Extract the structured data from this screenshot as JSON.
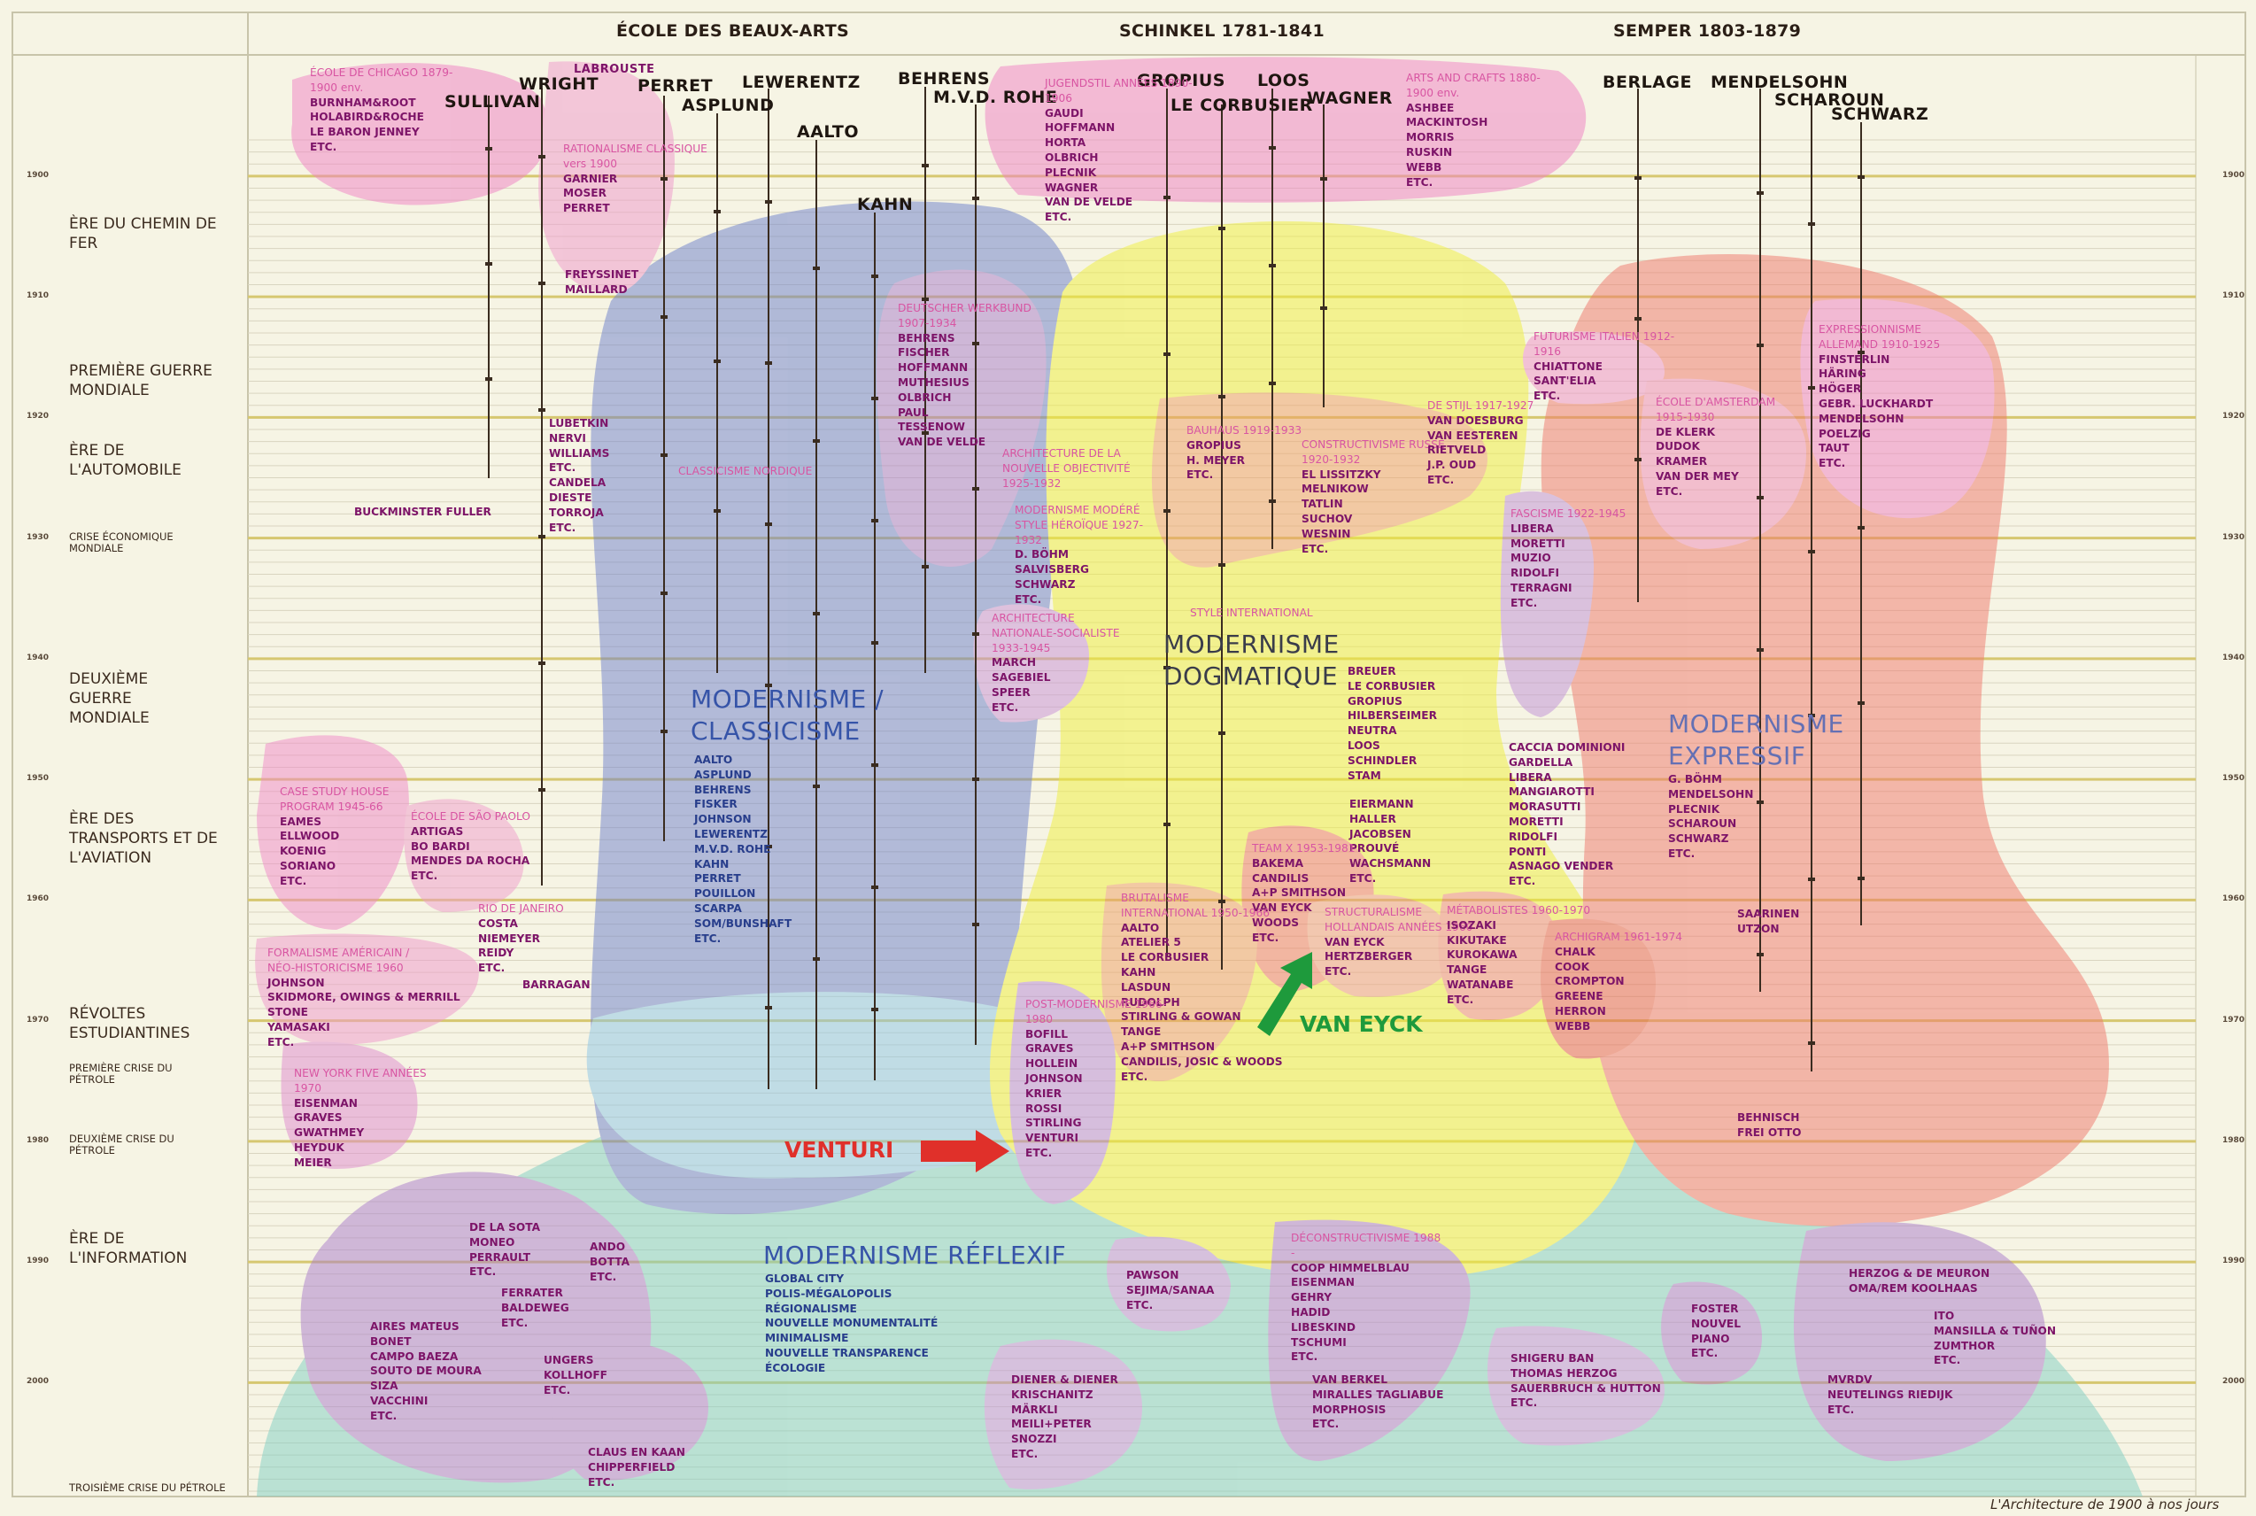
{
  "page": {
    "caption": "L'Architecture de 1900 à nos jours"
  },
  "header": {
    "school": "ÉCOLE DES BEAUX-ARTS",
    "schinkel": "SCHINKEL 1781-1841",
    "semper": "SEMPER 1803-1879"
  },
  "architects": [
    {
      "name": "LABROUSTE",
      "small": true
    },
    {
      "name": "WRIGHT"
    },
    {
      "name": "SULLIVAN"
    },
    {
      "name": "PERRET"
    },
    {
      "name": "ASPLUND"
    },
    {
      "name": "LEWERENTZ"
    },
    {
      "name": "AALTO"
    },
    {
      "name": "KAHN"
    },
    {
      "name": "BEHRENS"
    },
    {
      "name": "M.V.D. ROHE"
    },
    {
      "name": "GROPIUS"
    },
    {
      "name": "LE CORBUSIER"
    },
    {
      "name": "LOOS"
    },
    {
      "name": "WAGNER"
    },
    {
      "name": "BERLAGE"
    },
    {
      "name": "MENDELSOHN"
    },
    {
      "name": "SCHAROUN"
    },
    {
      "name": "SCHWARZ"
    }
  ],
  "eras": [
    {
      "label": "ÈRE DU CHEMIN DE FER"
    },
    {
      "label": "PREMIÈRE GUERRE MONDIALE"
    },
    {
      "label": "ÈRE DE L'AUTOMOBILE"
    },
    {
      "label": "CRISE ÉCONOMIQUE MONDIALE",
      "small": true
    },
    {
      "label": "DEUXIÈME GUERRE MONDIALE"
    },
    {
      "label": "ÈRE DES TRANSPORTS ET DE L'AVIATION"
    },
    {
      "label": "RÉVOLTES ESTUDIANTINES"
    },
    {
      "label": "PREMIÈRE CRISE DU PÉTROLE",
      "small": true
    },
    {
      "label": "DEUXIÈME CRISE DU PÉTROLE",
      "small": true
    },
    {
      "label": "ÈRE DE L'INFORMATION"
    },
    {
      "label": "TROISIÈME CRISE DU PÉTROLE",
      "small": true
    }
  ],
  "big_labels": [
    {
      "text": "MODERNISME / CLASSICISME"
    },
    {
      "text": "MODERNISME DOGMATIQUE"
    },
    {
      "text": "MODERNISME EXPRESSIF"
    },
    {
      "text": "MODERNISME RÉFLEXIF"
    }
  ],
  "highlights": [
    {
      "text": "VENTURI",
      "color": "#e0302a"
    },
    {
      "text": "VAN EYCK",
      "color": "#1e9a3c"
    }
  ],
  "year_ticks": [
    "1900",
    "1910",
    "1920",
    "1930",
    "1940",
    "1950",
    "1960",
    "1970",
    "1980",
    "1990",
    "2000"
  ],
  "colors": {
    "pink": "#f088c8",
    "purple": "#b890d8",
    "blue": "#7a88d0",
    "yellow": "#f0f050",
    "orange": "#f0a868",
    "red": "#f07a6a",
    "teal": "#8cd4cc",
    "lightblue": "#8ccce8",
    "line": "#3a2c20"
  },
  "groups": [
    {
      "heading": "ÉCOLE DE CHICAGO 1879-1900 env.",
      "names": [
        "BURNHAM&ROOT",
        "HOLABIRD&ROCHE",
        "LE BARON JENNEY",
        "ETC."
      ]
    },
    {
      "heading": "RATIONALISME CLASSIQUE vers 1900",
      "names": [
        "GARNIER",
        "MOSER",
        "PERRET"
      ]
    },
    {
      "heading": "",
      "names": [
        "FREYSSINET",
        "MAILLARD"
      ]
    },
    {
      "heading": "",
      "names": [
        "LUBETKIN",
        "NERVI",
        "WILLIAMS",
        "ETC.",
        "CANDELA",
        "DIESTE",
        "TORROJA",
        "ETC."
      ]
    },
    {
      "heading": "",
      "names": [
        "BUCKMINSTER FULLER"
      ]
    },
    {
      "heading": "CLASSICISME NORDIQUE",
      "names": []
    },
    {
      "heading": "JUGENDSTIL ANNÉES 1890-1906",
      "names": [
        "GAUDI",
        "HOFFMANN",
        "HORTA",
        "OLBRICH",
        "PLECNIK",
        "WAGNER",
        "VAN DE VELDE",
        "ETC."
      ]
    },
    {
      "heading": "ARTS AND CRAFTS 1880-1900 env.",
      "names": [
        "ASHBEE",
        "MACKINTOSH",
        "MORRIS",
        "RUSKIN",
        "WEBB",
        "ETC."
      ]
    },
    {
      "heading": "DEUTSCHER WERKBUND 1907-1934",
      "names": [
        "BEHRENS",
        "FISCHER",
        "HOFFMANN",
        "MUTHESIUS",
        "OLBRICH",
        "PAUL",
        "TESSENOW",
        "VAN DE VELDE"
      ]
    },
    {
      "heading": "ARCHITECTURE DE LA NOUVELLE OBJECTIVITÉ 1925-1932",
      "names": []
    },
    {
      "heading": "MODERNISME MODÉRÉ STYLE HÉROÏQUE 1927-1932",
      "names": [
        "D. BÖHM",
        "SALVISBERG",
        "SCHWARZ",
        "ETC."
      ]
    },
    {
      "heading": "ARCHITECTURE NATIONALE-SOCIALISTE 1933-1945",
      "names": [
        "MARCH",
        "SAGEBIEL",
        "SPEER",
        "ETC."
      ]
    },
    {
      "heading": "BAUHAUS 1919-1933",
      "names": [
        "GROPIUS",
        "H. MEYER",
        "ETC."
      ]
    },
    {
      "heading": "CONSTRUCTIVISME RUSSE 1920-1932",
      "names": [
        "EL LISSITZKY",
        "MELNIKOW",
        "TATLIN",
        "SUCHOV",
        "WESNIN",
        "ETC."
      ]
    },
    {
      "heading": "DE STIJL 1917-1927",
      "names": [
        "VAN DOESBURG",
        "VAN EESTEREN",
        "RIETVELD",
        "J.P. OUD",
        "ETC."
      ]
    },
    {
      "heading": "FUTURISME ITALIEN 1912-1916",
      "names": [
        "CHIATTONE",
        "SANT'ELIA",
        "ETC."
      ]
    },
    {
      "heading": "FASCISME 1922-1945",
      "names": [
        "LIBERA",
        "MORETTI",
        "MUZIO",
        "RIDOLFI",
        "TERRAGNI",
        "ETC."
      ]
    },
    {
      "heading": "ÉCOLE D'AMSTERDAM 1915-1930",
      "names": [
        "DE KLERK",
        "DUDOK",
        "KRAMER",
        "VAN DER MEY",
        "ETC."
      ]
    },
    {
      "heading": "EXPRESSIONNISME ALLEMAND 1910-1925",
      "names": [
        "FINSTERLIN",
        "HÄRING",
        "HÖGER",
        "GEBR. LUCKHARDT",
        "MENDELSOHN",
        "POELZIG",
        "TAUT",
        "ETC."
      ]
    },
    {
      "heading": "STYLE INTERNATIONAL",
      "names": []
    },
    {
      "heading": "",
      "names": [
        "BREUER",
        "LE CORBUSIER",
        "GROPIUS",
        "HILBERSEIMER",
        "NEUTRA",
        "LOOS",
        "SCHINDLER",
        "STAM"
      ]
    },
    {
      "heading": "",
      "names": [
        "EIERMANN",
        "HALLER",
        "JACOBSEN",
        "PROUVÉ",
        "WACHSMANN",
        "ETC."
      ]
    },
    {
      "heading": "",
      "names": [
        "CACCIA DOMINIONI",
        "GARDELLA",
        "LIBERA",
        "MANGIAROTTI",
        "MORASUTTI",
        "MORETTI",
        "RIDOLFI",
        "PONTI",
        "ASNAGO VENDER",
        "ETC."
      ]
    },
    {
      "heading": "",
      "names": [
        "G. BÖHM",
        "MENDELSOHN",
        "PLECNIK",
        "SCHAROUN",
        "SCHWARZ",
        "ETC."
      ]
    },
    {
      "heading": "",
      "names": [
        "AALTO",
        "ASPLUND",
        "BEHRENS",
        "FISKER",
        "JOHNSON",
        "LEWERENTZ",
        "M.V.D. ROHE",
        "KAHN",
        "PERRET",
        "POUILLON",
        "SCARPA",
        "SOM/BUNSHAFT",
        "ETC."
      ]
    },
    {
      "heading": "CASE STUDY HOUSE PROGRAM 1945-66",
      "names": [
        "EAMES",
        "ELLWOOD",
        "KOENIG",
        "SORIANO",
        "ETC."
      ]
    },
    {
      "heading": "ÉCOLE DE SÃO PAOLO",
      "names": [
        "ARTIGAS",
        "BO BARDI",
        "MENDES DA ROCHA",
        "ETC."
      ]
    },
    {
      "heading": "RIO DE JANEIRO",
      "names": [
        "COSTA",
        "NIEMEYER",
        "REIDY",
        "ETC."
      ]
    },
    {
      "heading": "FORMALISME AMÉRICAIN / NÉO-HISTORICISME 1960",
      "names": [
        "JOHNSON",
        "SKIDMORE, OWINGS & MERRILL",
        "STONE",
        "YAMASAKI",
        "ETC."
      ]
    },
    {
      "heading": "",
      "names": [
        "BARRAGAN"
      ]
    },
    {
      "heading": "TEAM X 1953-1981",
      "names": [
        "BAKEMA",
        "CANDILIS",
        "A+P SMITHSON",
        "VAN EYCK",
        "WOODS",
        "ETC."
      ]
    },
    {
      "heading": "BRUTALISME INTERNATIONAL 1950-1966",
      "names": [
        "AALTO",
        "ATELIER 5",
        "LE CORBUSIER",
        "KAHN",
        "LASDUN",
        "RUDOLPH",
        "STIRLING & GOWAN",
        "TANGE",
        "A+P SMITHSON",
        "CANDILIS, JOSIC & WOODS",
        "ETC."
      ]
    },
    {
      "heading": "STRUCTURALISME HOLLANDAIS ANNÉES 1960",
      "names": [
        "VAN EYCK",
        "HERTZBERGER",
        "ETC."
      ]
    },
    {
      "heading": "MÉTABOLISTES 1960-1970",
      "names": [
        "ISOZAKI",
        "KIKUTAKE",
        "KUROKAWA",
        "TANGE",
        "WATANABE",
        "ETC."
      ]
    },
    {
      "heading": "ARCHIGRAM 1961-1974",
      "names": [
        "CHALK",
        "COOK",
        "CROMPTON",
        "GREENE",
        "HERRON",
        "WEBB"
      ]
    },
    {
      "heading": "",
      "names": [
        "SAARINEN",
        "UTZON"
      ]
    },
    {
      "heading": "POST-MODERNISME 1966-1980",
      "names": [
        "BOFILL",
        "GRAVES",
        "HOLLEIN",
        "JOHNSON",
        "KRIER",
        "ROSSI",
        "STIRLING",
        "VENTURI",
        "ETC."
      ]
    },
    {
      "heading": "NEW YORK FIVE ANNÉES 1970",
      "names": [
        "EISENMAN",
        "GRAVES",
        "GWATHMEY",
        "HEYDUK",
        "MEIER"
      ]
    },
    {
      "heading": "",
      "names": [
        "BEHNISCH",
        "FREI OTTO"
      ]
    },
    {
      "heading": "",
      "names": [
        "DE LA SOTA",
        "MONEO",
        "PERRAULT",
        "ETC."
      ]
    },
    {
      "heading": "",
      "names": [
        "ANDO",
        "BOTTA",
        "ETC."
      ]
    },
    {
      "heading": "",
      "names": [
        "FERRATER",
        "BALDEWEG",
        "ETC."
      ]
    },
    {
      "heading": "",
      "names": [
        "AIRES MATEUS",
        "BONET",
        "CAMPO BAEZA",
        "SOUTO DE MOURA",
        "SIZA",
        "VACCHINI",
        "ETC."
      ]
    },
    {
      "heading": "",
      "names": [
        "UNGERS",
        "KOLLHOFF",
        "ETC."
      ]
    },
    {
      "heading": "",
      "names": [
        "CLAUS EN KAAN",
        "CHIPPERFIELD",
        "ETC."
      ]
    },
    {
      "heading": "",
      "names": [
        "GLOBAL CITY",
        "POLIS-MÉGALOPOLIS",
        "RÉGIONALISME",
        "NOUVELLE MONUMENTALITÉ",
        "MINIMALISME",
        "NOUVELLE TRANSPARENCE",
        "ÉCOLOGIE"
      ]
    },
    {
      "heading": "",
      "names": [
        "PAWSON",
        "SEJIMA/SANAA",
        "ETC."
      ]
    },
    {
      "heading": "DÉCONSTRUCTIVISME 1988 -",
      "names": [
        "COOP HIMMELBLAU",
        "EISENMAN",
        "GEHRY",
        "HADID",
        "LIBESKIND",
        "TSCHUMI",
        "ETC."
      ]
    },
    {
      "heading": "",
      "names": [
        "DIENER & DIENER",
        "KRISCHANITZ",
        "MÄRKLI",
        "MEILI+PETER",
        "SNOZZI",
        "ETC."
      ]
    },
    {
      "heading": "",
      "names": [
        "VAN BERKEL",
        "MIRALLES TAGLIABUE",
        "MORPHOSIS",
        "ETC."
      ]
    },
    {
      "heading": "",
      "names": [
        "SHIGERU BAN",
        "THOMAS HERZOG",
        "SAUERBRUCH & HUTTON",
        "ETC."
      ]
    },
    {
      "heading": "",
      "names": [
        "FOSTER",
        "NOUVEL",
        "PIANO",
        "ETC."
      ]
    },
    {
      "heading": "",
      "names": [
        "HERZOG & DE MEURON",
        "OMA/REM KOOLHAAS"
      ]
    },
    {
      "heading": "",
      "names": [
        "ITO",
        "MANSILLA & TUÑON",
        "ZUMTHOR",
        "ETC."
      ]
    },
    {
      "heading": "",
      "names": [
        "MVRDV",
        "NEUTELINGS RIEDIJK",
        "ETC."
      ]
    }
  ]
}
